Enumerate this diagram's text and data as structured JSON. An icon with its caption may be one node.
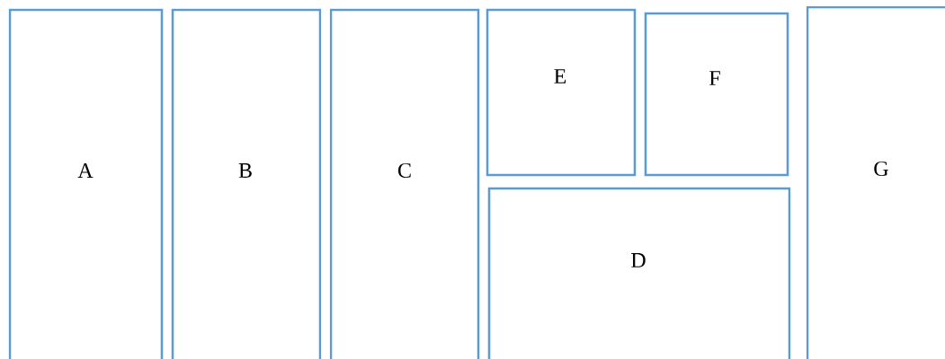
{
  "diagram": {
    "nodes": [
      {
        "text": [
          "A"
        ]
      },
      {
        "text": [
          "B"
        ]
      },
      {
        "text": [
          "C"
        ]
      },
      {
        "text": [
          "E"
        ]
      },
      {
        "text": [
          "F"
        ]
      },
      {
        "text": [
          "D"
        ]
      },
      {
        "text": [
          "G"
        ]
      }
    ]
  }
}
